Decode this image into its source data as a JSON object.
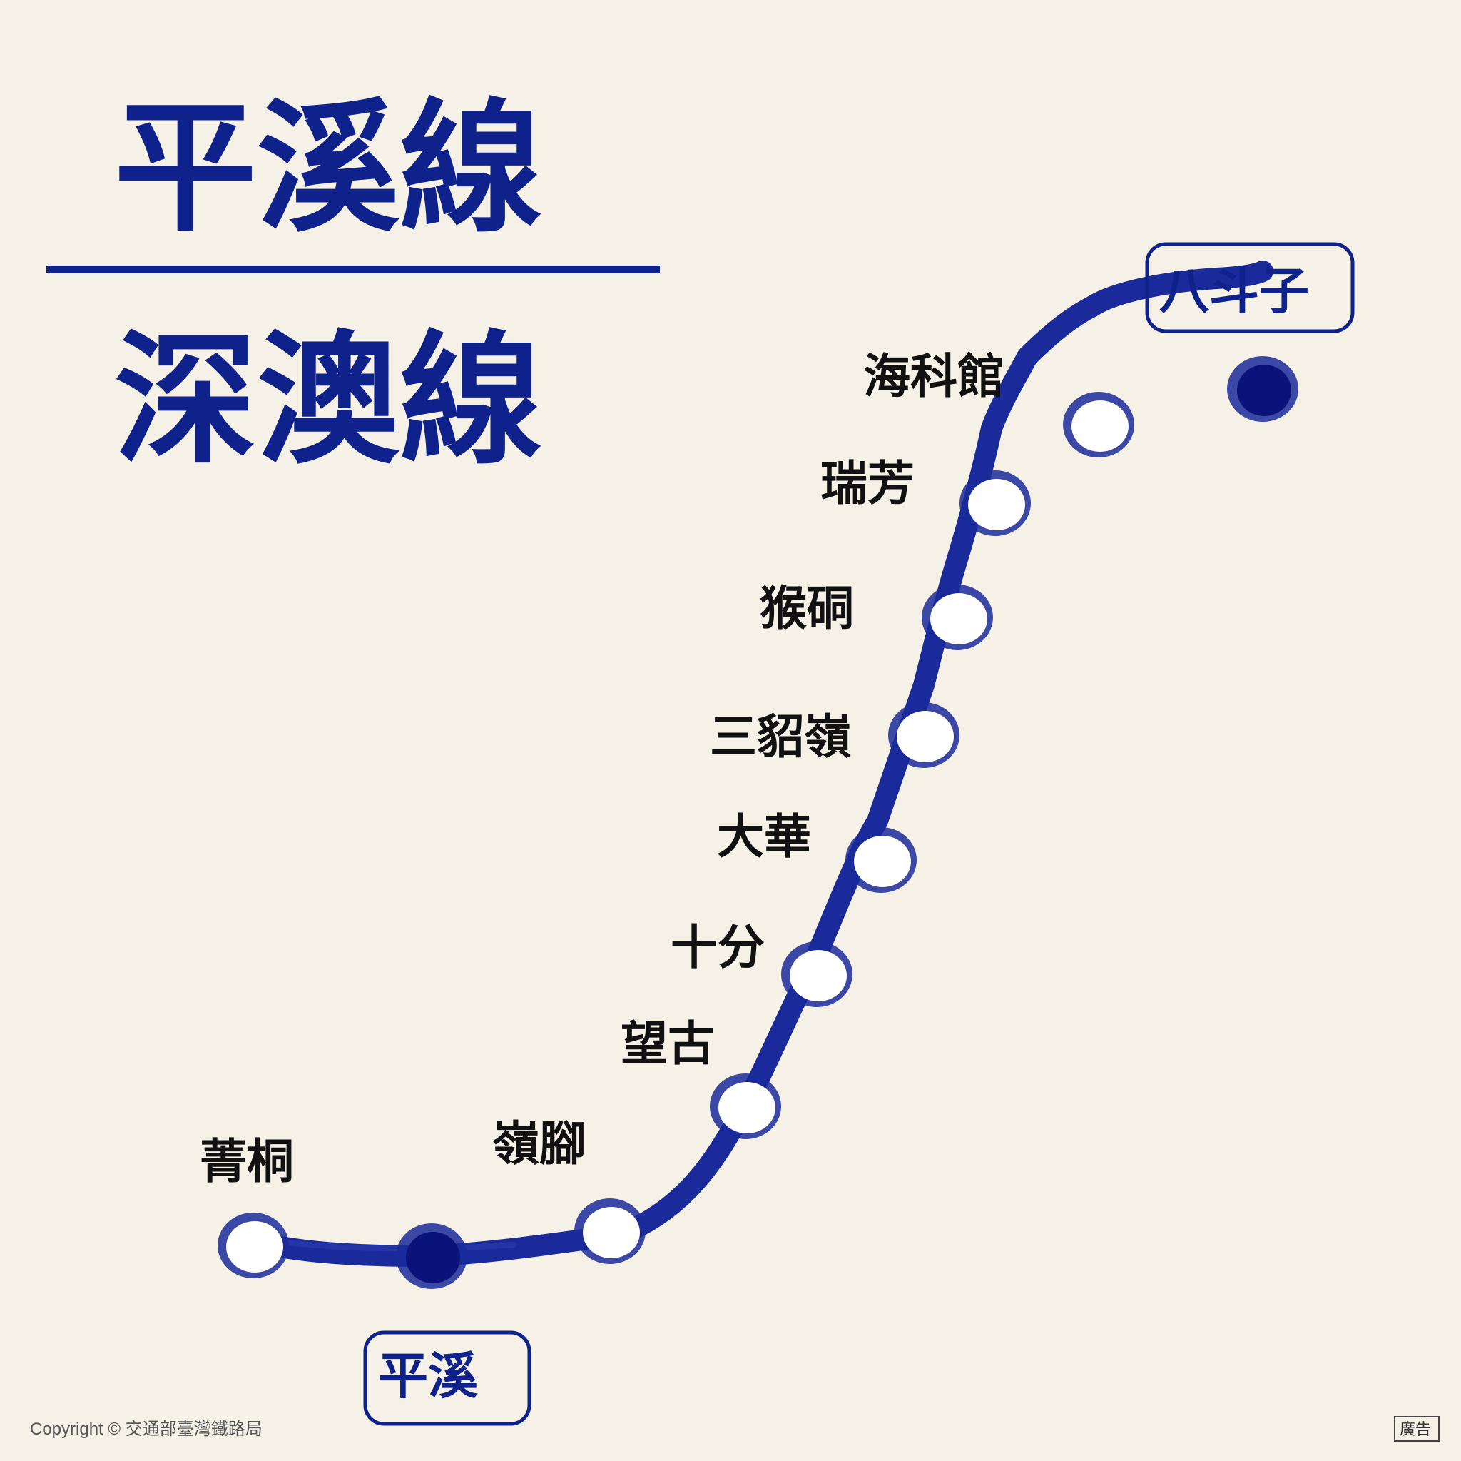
{
  "title": {
    "line1": "平溪線",
    "line2": "深澳線"
  },
  "colors": {
    "line": "#1a2a9a",
    "accent": "#0f228c",
    "station_fill": "#ffffff",
    "terminal_fill": "#0a137a",
    "background": "#f5f1e6"
  },
  "stations": [
    {
      "name": "八斗子",
      "terminal": true
    },
    {
      "name": "海科館",
      "terminal": false
    },
    {
      "name": "瑞芳",
      "terminal": false
    },
    {
      "name": "猴硐",
      "terminal": false
    },
    {
      "name": "三貂嶺",
      "terminal": false
    },
    {
      "name": "大華",
      "terminal": false
    },
    {
      "name": "十分",
      "terminal": false
    },
    {
      "name": "望古",
      "terminal": false
    },
    {
      "name": "嶺腳",
      "terminal": false
    },
    {
      "name": "平溪",
      "terminal": true
    },
    {
      "name": "菁桐",
      "terminal": false
    }
  ],
  "footer": {
    "copyright": "Copyright © 交通部臺灣鐵路局",
    "ad_label": "廣告"
  }
}
